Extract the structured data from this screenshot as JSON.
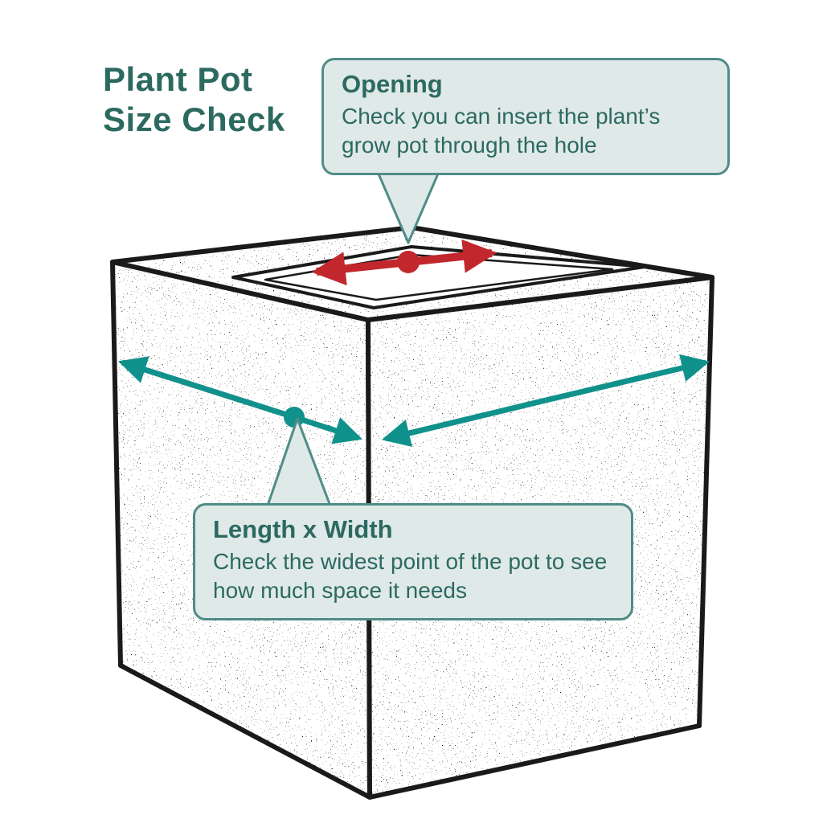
{
  "title": {
    "line1": "Plant Pot",
    "line2": "Size Check"
  },
  "callouts": {
    "opening": {
      "heading": "Opening",
      "body": "Check you can insert the plant’s grow pot through the hole"
    },
    "length_width": {
      "heading": "Length x Width",
      "body": "Check the widest point of the pot to see how much space it needs"
    }
  },
  "diagram": {
    "subject": "stippled cube planter viewed from above-front with top opening",
    "icons": {
      "opening_arrow": "red-double-headed-arrow",
      "opening_point": "red-dot",
      "length_arrow": "teal-double-headed-arrow-left-face",
      "width_arrow": "teal-double-headed-arrow-right-face",
      "measure_point": "teal-dot"
    },
    "colors": {
      "teal_text": "#2c6a60",
      "callout_border": "#4f8c86",
      "callout_fill": "#dfe9e8",
      "measure_arrow_teal": "#11918c",
      "opening_arrow_red": "#c1272d",
      "outline_black": "#1a1a1a",
      "background": "#ffffff"
    }
  }
}
